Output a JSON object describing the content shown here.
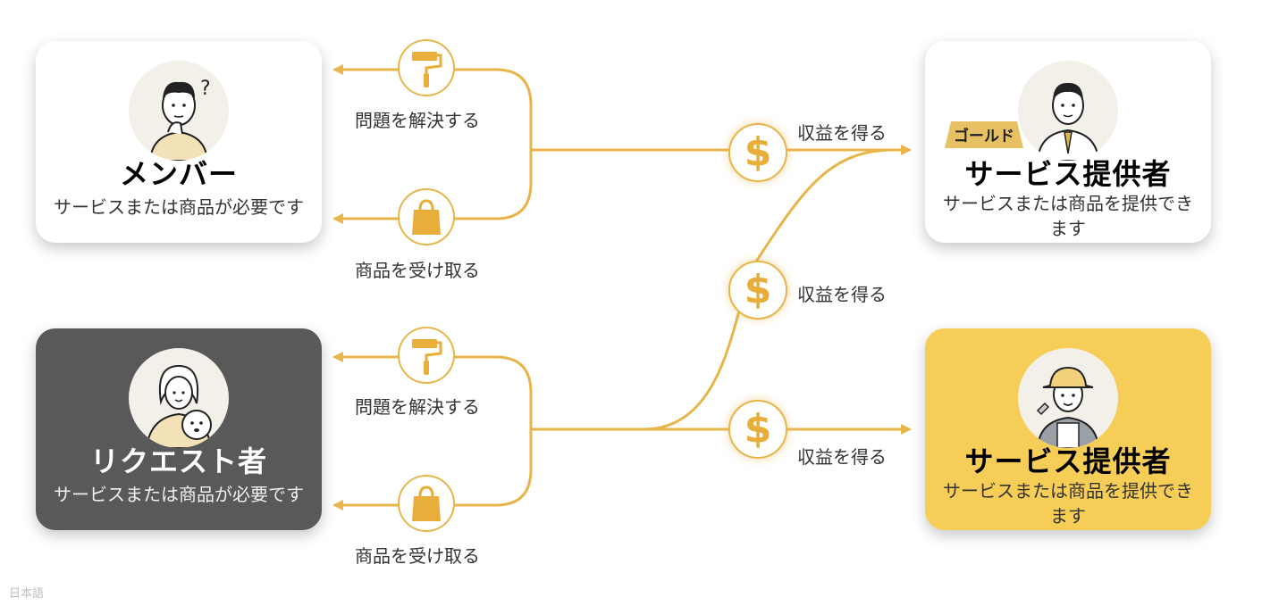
{
  "member": {
    "title": "メンバー",
    "desc": "サービスまたは商品が必要です"
  },
  "requester": {
    "title": "リクエスト者",
    "desc": "サービスまたは商品が必要です"
  },
  "gold_provider": {
    "badge": "ゴールド",
    "title": "サービス提供者",
    "desc": "サービスまたは商品を提供できます"
  },
  "provider": {
    "title": "サービス提供者",
    "desc": "サービスまたは商品を提供できます"
  },
  "flows": {
    "solve_problem": "問題を解決する",
    "receive_goods": "商品を受け取る",
    "earn_revenue": "収益を得る",
    "dollar": "$"
  },
  "icons": [
    "paint-roller-icon",
    "shopping-bag-icon",
    "dollar-icon"
  ],
  "colors": {
    "accent": "#e8b54a",
    "dark_card": "#595959",
    "gold_card": "#f6cd57",
    "badge": "#e7c063"
  },
  "footer": {
    "language": "日本語"
  }
}
